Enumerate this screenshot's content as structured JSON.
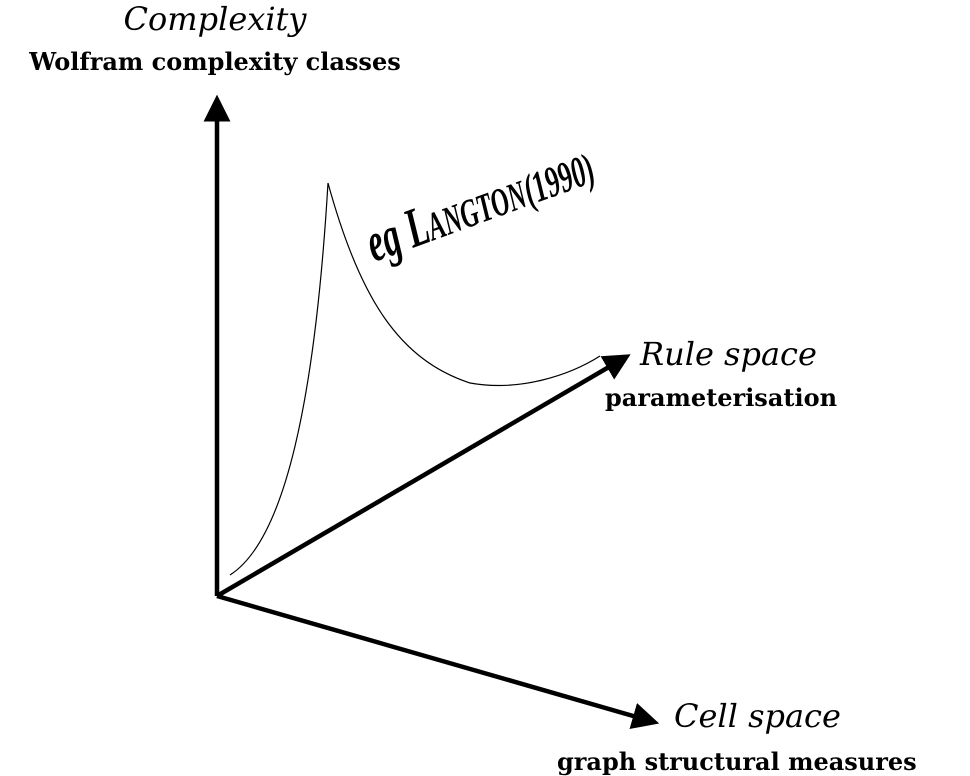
{
  "axes": {
    "vertical": {
      "title": "Complexity",
      "subtitle": "Wolfram complexity classes"
    },
    "rule": {
      "title": "Rule space",
      "subtitle": "parameterisation"
    },
    "cell": {
      "title": "Cell space",
      "subtitle": "graph structural measures"
    }
  },
  "annotation": {
    "prefix": "eg ",
    "name_initial": "L",
    "name_rest": "ANGTON",
    "year": "(1990)"
  }
}
